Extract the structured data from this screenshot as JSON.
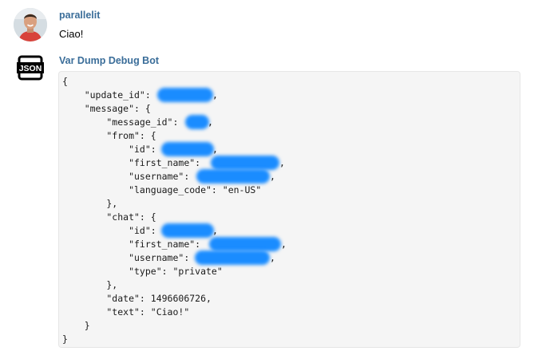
{
  "messages": [
    {
      "author": "parallelit",
      "text": "Ciao!",
      "avatar": "user-photo-avatar"
    },
    {
      "author": "Var Dump Debug Bot",
      "avatar": "json-icon",
      "avatar_text": "JSON",
      "code_lines": [
        "{",
        "    \"update_id\":",
        "    \"message\": {",
        "        \"message_id\":",
        "        \"from\": {",
        "            \"id\":",
        "            \"first_name\":",
        "            \"username\":",
        "            \"language_code\": \"en-US\"",
        "        },",
        "        \"chat\": {",
        "            \"id\":",
        "            \"first_name\":",
        "            \"username\":",
        "            \"type\": \"private\"",
        "        },",
        "        \"date\": 1496606726,",
        "        \"text\": \"Ciao!\"",
        "    }",
        "}"
      ],
      "trailing_comma": ","
    }
  ],
  "colors": {
    "author": "#3a6d99",
    "redaction": "#1a8cff",
    "code_bg": "#f5f5f5"
  }
}
